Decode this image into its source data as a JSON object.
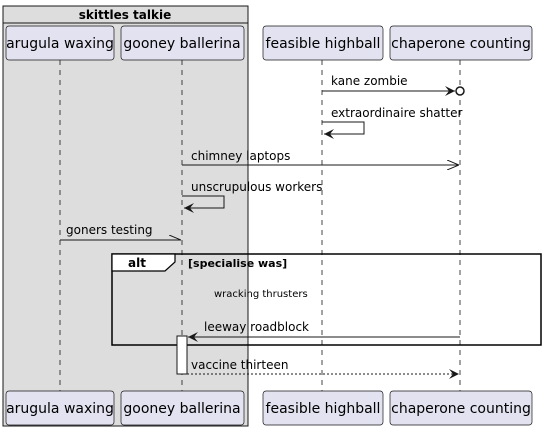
{
  "group": {
    "title": "skittles talkie"
  },
  "participants": [
    {
      "id": "arugula",
      "label": "arugula waxing"
    },
    {
      "id": "gooney",
      "label": "gooney ballerina"
    },
    {
      "id": "feasible",
      "label": "feasible highball"
    },
    {
      "id": "chaperone",
      "label": "chaperone counting"
    }
  ],
  "messages": [
    {
      "label": "kane zombie",
      "from": "feasible",
      "to": "chaperone",
      "kind": "lost"
    },
    {
      "label": "extraordinaire shatter",
      "from": "feasible",
      "to": "feasible",
      "kind": "self"
    },
    {
      "label": "chimney laptops",
      "from": "gooney",
      "to": "chaperone",
      "kind": "open"
    },
    {
      "label": "unscrupulous workers",
      "from": "gooney",
      "to": "gooney",
      "kind": "self"
    },
    {
      "label": "goners testing",
      "from": "arugula",
      "to": "gooney",
      "kind": "half"
    },
    {
      "label": "leeway roadblock",
      "from": "chaperone",
      "to": "gooney",
      "kind": "solid"
    },
    {
      "label": "vaccine thirteen",
      "from": "gooney",
      "to": "chaperone",
      "kind": "dashed"
    }
  ],
  "fragment": {
    "keyword": "alt",
    "guard": "[specialise was]",
    "note": "wracking thrusters"
  },
  "colors": {
    "participant_fill": "#e2e2f0",
    "participant_border": "#181818",
    "group_fill": "#dddddd",
    "lifeline": "#181818"
  }
}
